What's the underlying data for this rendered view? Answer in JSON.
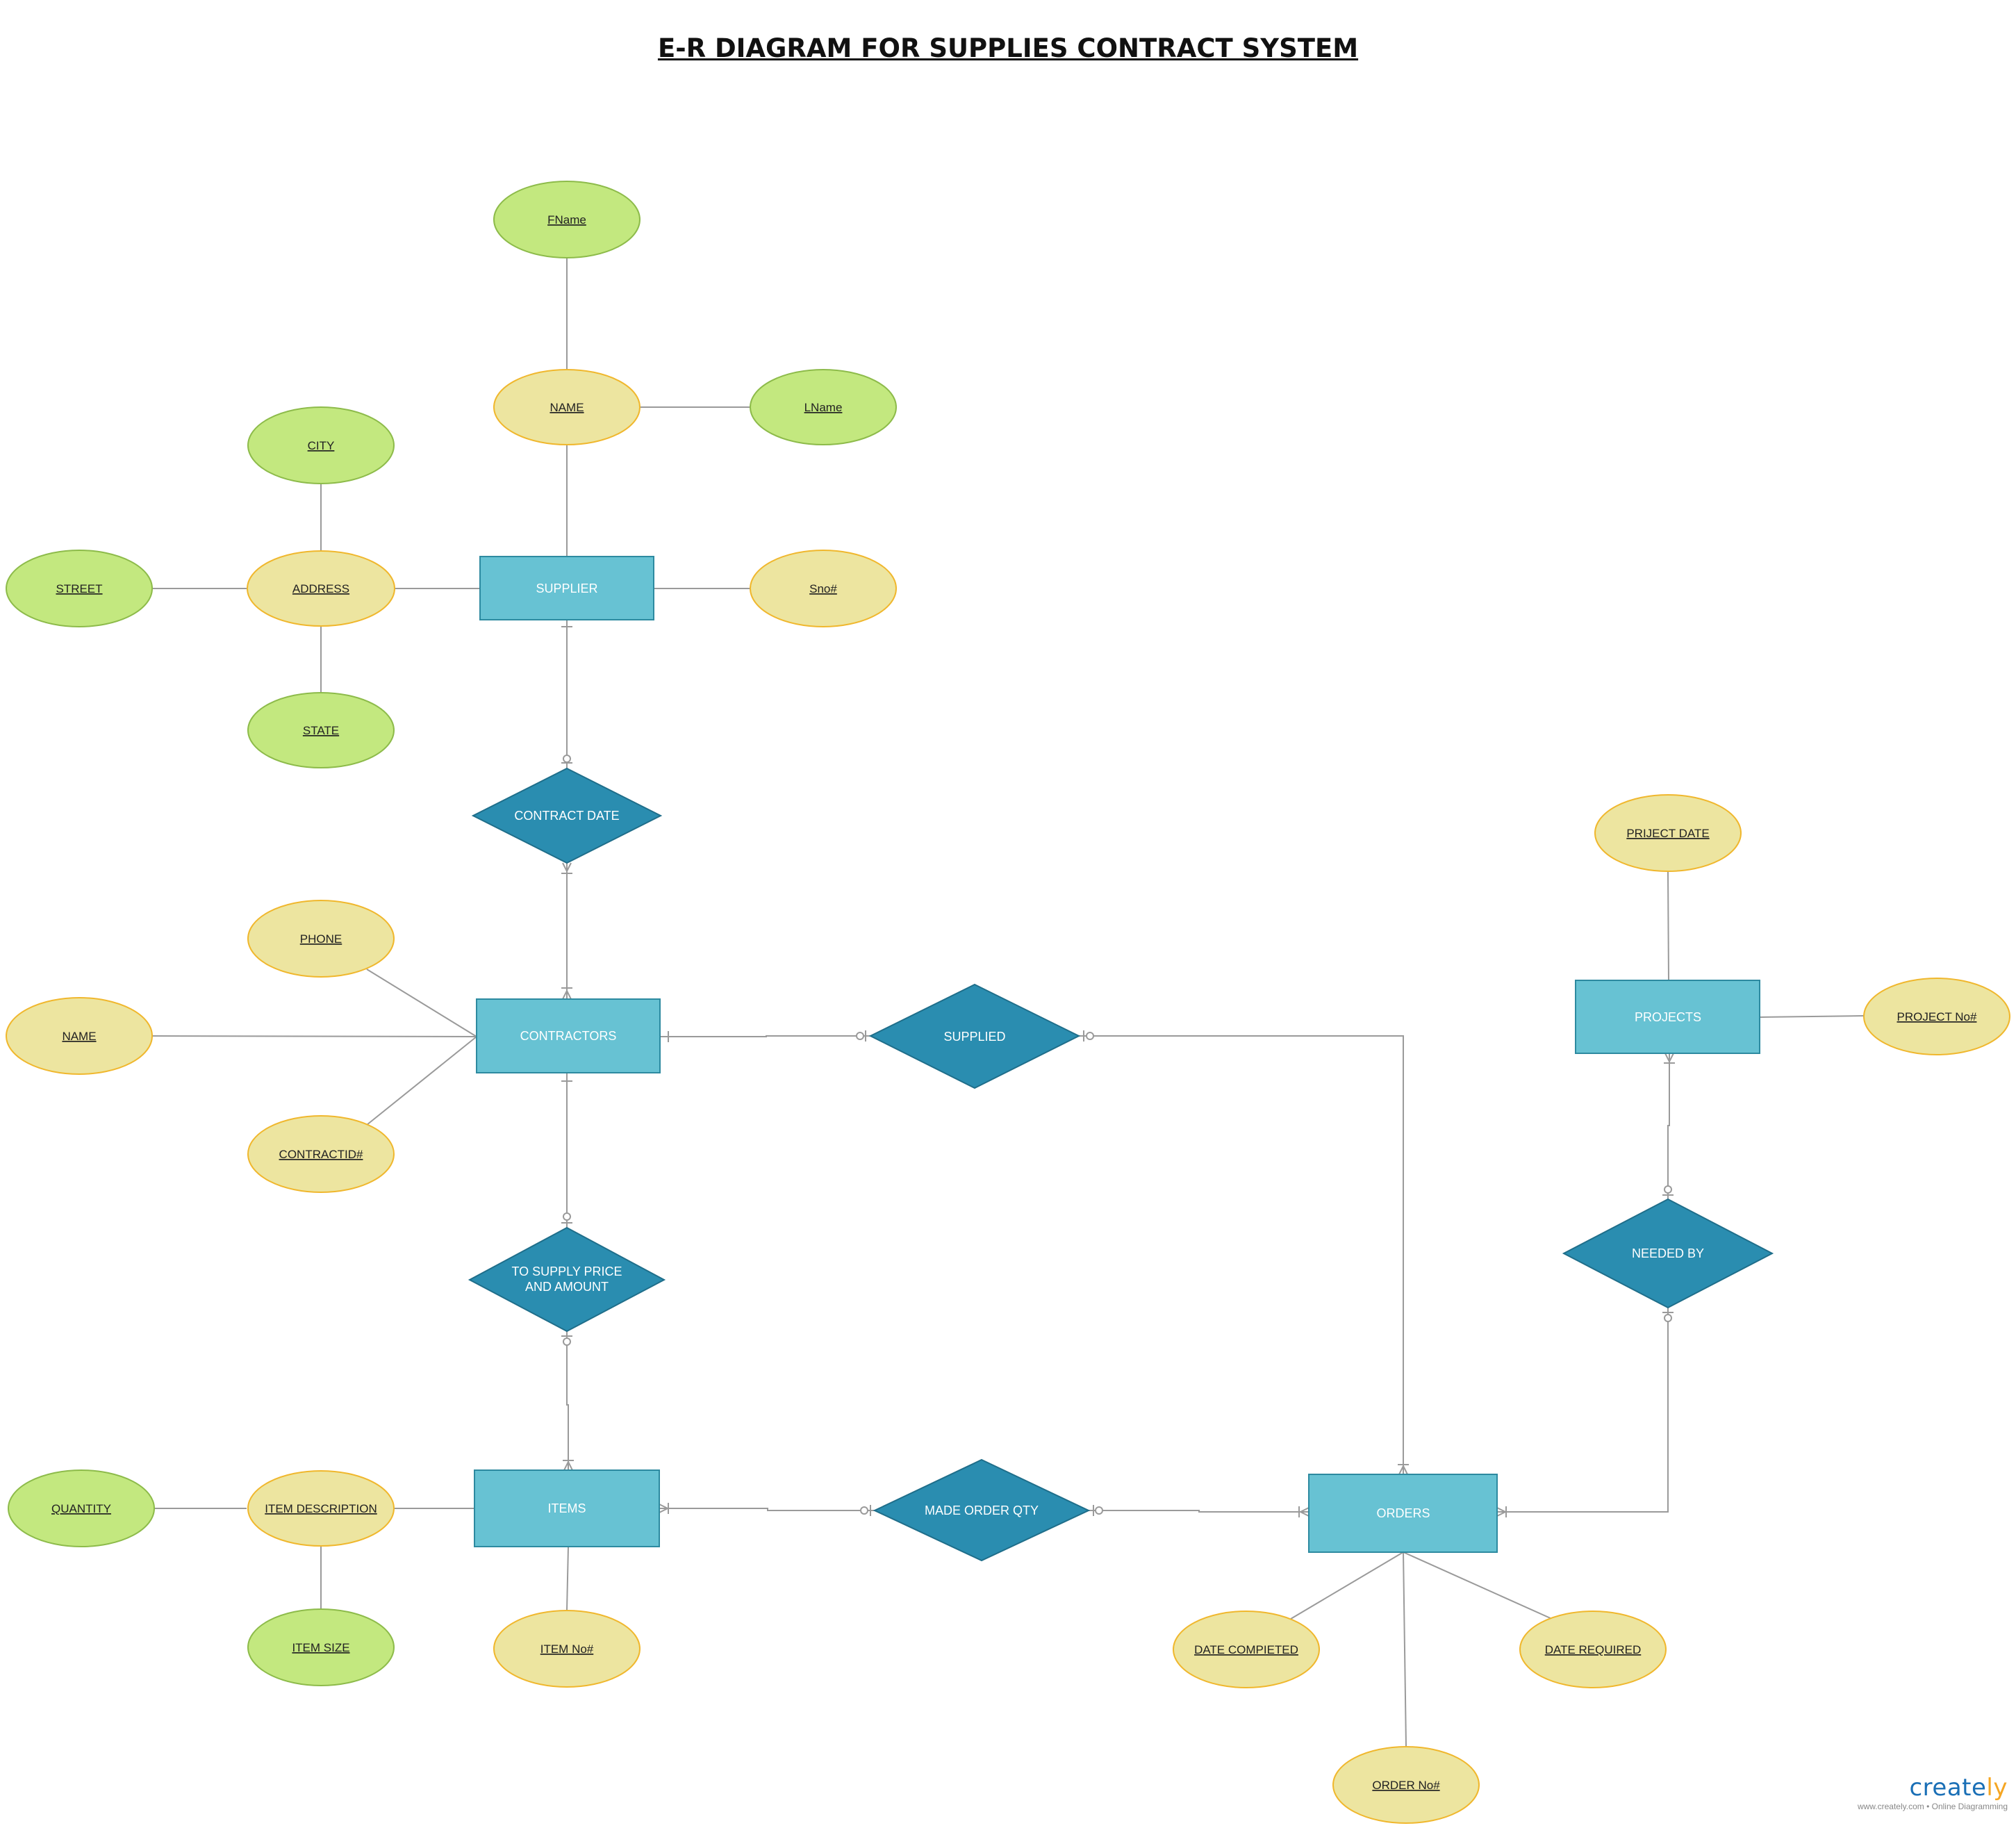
{
  "title": "E-R DIAGRAM FOR SUPPLIES CONTRACT SYSTEM",
  "colors": {
    "entity_fill": "#67c2d3",
    "entity_stroke": "#2d8aa0",
    "relation_fill": "#2a8db0",
    "relation_stroke": "#1f6e8a",
    "attr_key_fill": "#ede5a0",
    "attr_key_stroke": "#f0b72d",
    "attr_comp_fill": "#c3e87f",
    "attr_comp_stroke": "#8dbb4a",
    "line": "#9a9a9a",
    "text_dark": "#222222",
    "text_light": "#ffffff"
  },
  "entities": {
    "supplier": "SUPPLIER",
    "contractors": "CONTRACTORS",
    "items": "ITEMS",
    "orders": "ORDERS",
    "projects": "PROJECTS"
  },
  "relationships": {
    "contract_date": "CONTRACT DATE",
    "supplied": "SUPPLIED",
    "to_supply": [
      "TO SUPPLY PRICE",
      "AND AMOUNT"
    ],
    "made_order_qty": "MADE ORDER QTY",
    "needed_by": "NEEDED BY"
  },
  "attributes": {
    "fname": "FName",
    "supplier_name": "NAME",
    "lname": "LName",
    "city": "CITY",
    "street": "STREET",
    "address": "ADDRESS",
    "state": "STATE",
    "sno": "Sno#",
    "phone": "PHONE",
    "contractor_name": "NAME",
    "contractid": "CONTRACTID#",
    "quantity": "QUANTITY",
    "item_description": "ITEM DESCRIPTION",
    "item_size": "ITEM SIZE",
    "item_no": "ITEM No#",
    "date_completed": "DATE COMPIETED",
    "date_required": "DATE REQUIRED",
    "order_no": "ORDER No#",
    "project_date": "PRIJECT DATE",
    "project_no": "PROJECT No#"
  },
  "logo": {
    "word_main": "create",
    "word_accent": "ly",
    "tagline": "www.creately.com • Online Diagramming"
  }
}
